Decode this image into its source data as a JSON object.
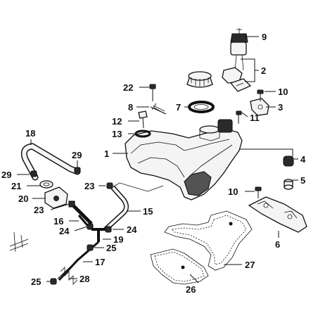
{
  "callouts": [
    {
      "id": "c1",
      "text": "1"
    },
    {
      "id": "c2",
      "text": "2"
    },
    {
      "id": "c3",
      "text": "3"
    },
    {
      "id": "c4",
      "text": "4"
    },
    {
      "id": "c5",
      "text": "5"
    },
    {
      "id": "c6",
      "text": "6"
    },
    {
      "id": "c7",
      "text": "7"
    },
    {
      "id": "c8",
      "text": "8"
    },
    {
      "id": "c9",
      "text": "9"
    },
    {
      "id": "c10a",
      "text": "10"
    },
    {
      "id": "c10b",
      "text": "10"
    },
    {
      "id": "c11",
      "text": "11"
    },
    {
      "id": "c12",
      "text": "12"
    },
    {
      "id": "c13",
      "text": "13"
    },
    {
      "id": "c15",
      "text": "15"
    },
    {
      "id": "c16",
      "text": "16"
    },
    {
      "id": "c17",
      "text": "17"
    },
    {
      "id": "c18",
      "text": "18"
    },
    {
      "id": "c19",
      "text": "19"
    },
    {
      "id": "c20",
      "text": "20"
    },
    {
      "id": "c21",
      "text": "21"
    },
    {
      "id": "c22",
      "text": "22"
    },
    {
      "id": "c23a",
      "text": "23"
    },
    {
      "id": "c23b",
      "text": "23"
    },
    {
      "id": "c24a",
      "text": "24"
    },
    {
      "id": "c24b",
      "text": "24"
    },
    {
      "id": "c25a",
      "text": "25"
    },
    {
      "id": "c25b",
      "text": "25"
    },
    {
      "id": "c26",
      "text": "26"
    },
    {
      "id": "c27",
      "text": "27"
    },
    {
      "id": "c28",
      "text": "28"
    },
    {
      "id": "c29a",
      "text": "29"
    },
    {
      "id": "c29b",
      "text": "29"
    }
  ]
}
